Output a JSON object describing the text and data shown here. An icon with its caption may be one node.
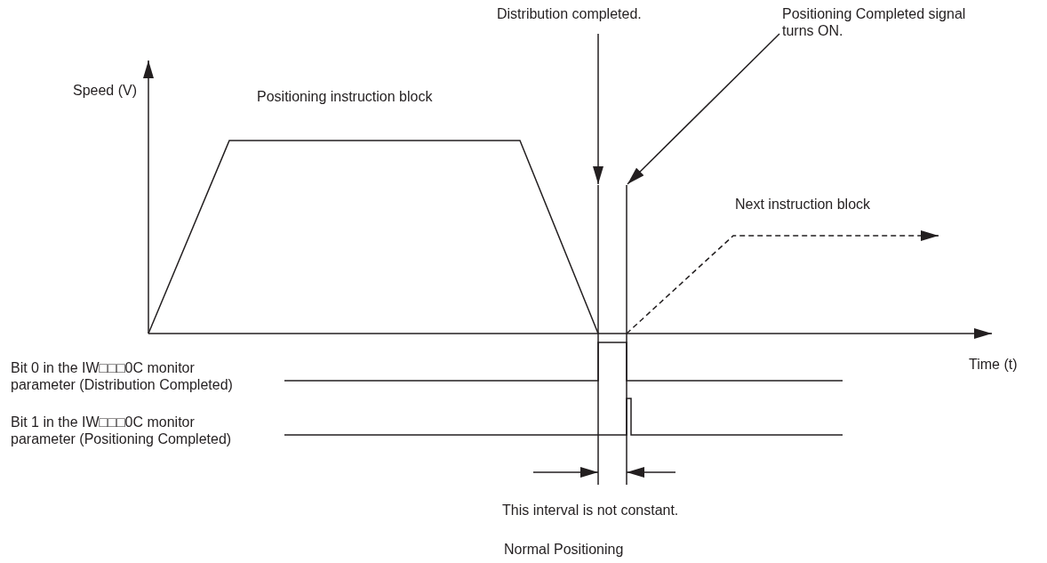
{
  "diagram": {
    "caption": "Normal Positioning",
    "nodes": [
      {
        "text": [
          "Distribution completed."
        ]
      },
      {
        "text": [
          "Positioning Completed signal turns ON."
        ]
      },
      {
        "text": [],
        "shape": "line"
      },
      {
        "text": [],
        "shape": "line"
      }
    ],
    "edges": [
      {
        "from": 0,
        "to": 2,
        "arrow": "to"
      },
      {
        "from": 1,
        "to": 3,
        "arrow": "to"
      }
    ],
    "labels": [
      "Speed (V)",
      "Positioning instruction block",
      "Next instruction block",
      "Time (t)",
      "Bit 0 in the IW□□□0C monitor parameter (Distribution Completed)",
      "Bit 1 in the IW□□□0C monitor parameter (Positioning Completed)",
      "This interval is not constant."
    ]
  }
}
